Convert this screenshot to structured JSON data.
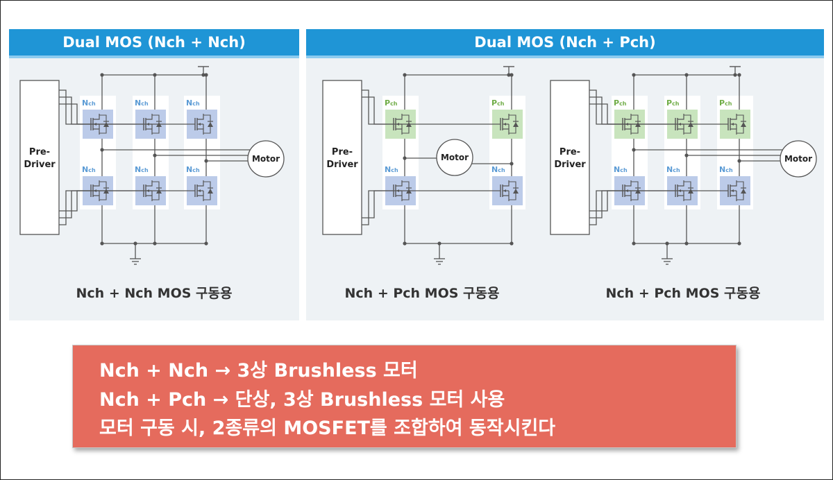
{
  "panels": {
    "left": {
      "title": "Dual MOS (Nch + Nch)",
      "caption": "Nch + Nch MOS 구동용",
      "predriver_label": [
        "Pre-",
        "Driver"
      ],
      "motor_label": "Motor",
      "top_labels": [
        "Nch",
        "Nch",
        "Nch"
      ],
      "bottom_labels": [
        "Nch",
        "Nch",
        "Nch"
      ]
    },
    "right": {
      "title": "Dual MOS (Nch + Pch)",
      "caption_single": "Nch + Pch MOS 구동용",
      "caption_three": "Nch + Pch MOS 구동용",
      "predriver_label": [
        "Pre-",
        "Driver"
      ],
      "motor_label": "Motor",
      "single_top_labels": [
        "Pch",
        "Pch"
      ],
      "single_bottom_labels": [
        "Nch",
        "Nch"
      ],
      "three_top_labels": [
        "Pch",
        "Pch",
        "Pch"
      ],
      "three_bottom_labels": [
        "Nch",
        "Nch",
        "Nch"
      ]
    }
  },
  "callout": {
    "lines": [
      "Nch + Nch → 3상 Brushless 모터",
      "Nch + Pch → 단상, 3상 Brushless 모터 사용",
      "모터 구동 시, 2종류의 MOSFET를 조합하여 동작시킨다"
    ]
  },
  "colors": {
    "header": "#1f95d6",
    "nch_fill": "#bccbe9",
    "pch_fill": "#c8e4bd",
    "nch_label": "#5b9bd5",
    "pch_label": "#70ad47",
    "callout": "#e56b5d"
  }
}
